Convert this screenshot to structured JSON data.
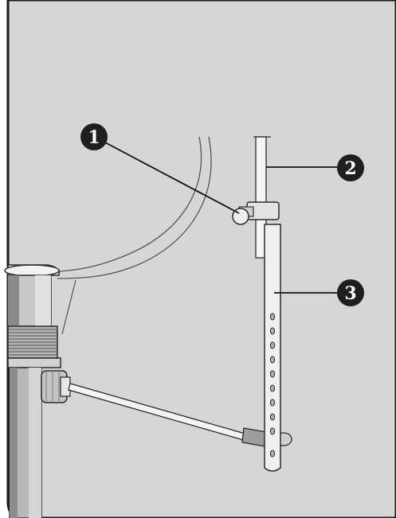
{
  "colors": {
    "panel_background": "#d6d6d6",
    "panel_border": "#1a1a1a",
    "callout_fill": "#1f1f1f",
    "callout_text": "#ffffff",
    "metal_light": "#ececec",
    "metal_mid": "#b9b9b9",
    "metal_dark": "#777777",
    "outline": "#2a2a2a"
  },
  "callouts": [
    {
      "number": "1",
      "part": "clevis-screw"
    },
    {
      "number": "2",
      "part": "lift-rod"
    },
    {
      "number": "3",
      "part": "clevis-strap"
    }
  ]
}
